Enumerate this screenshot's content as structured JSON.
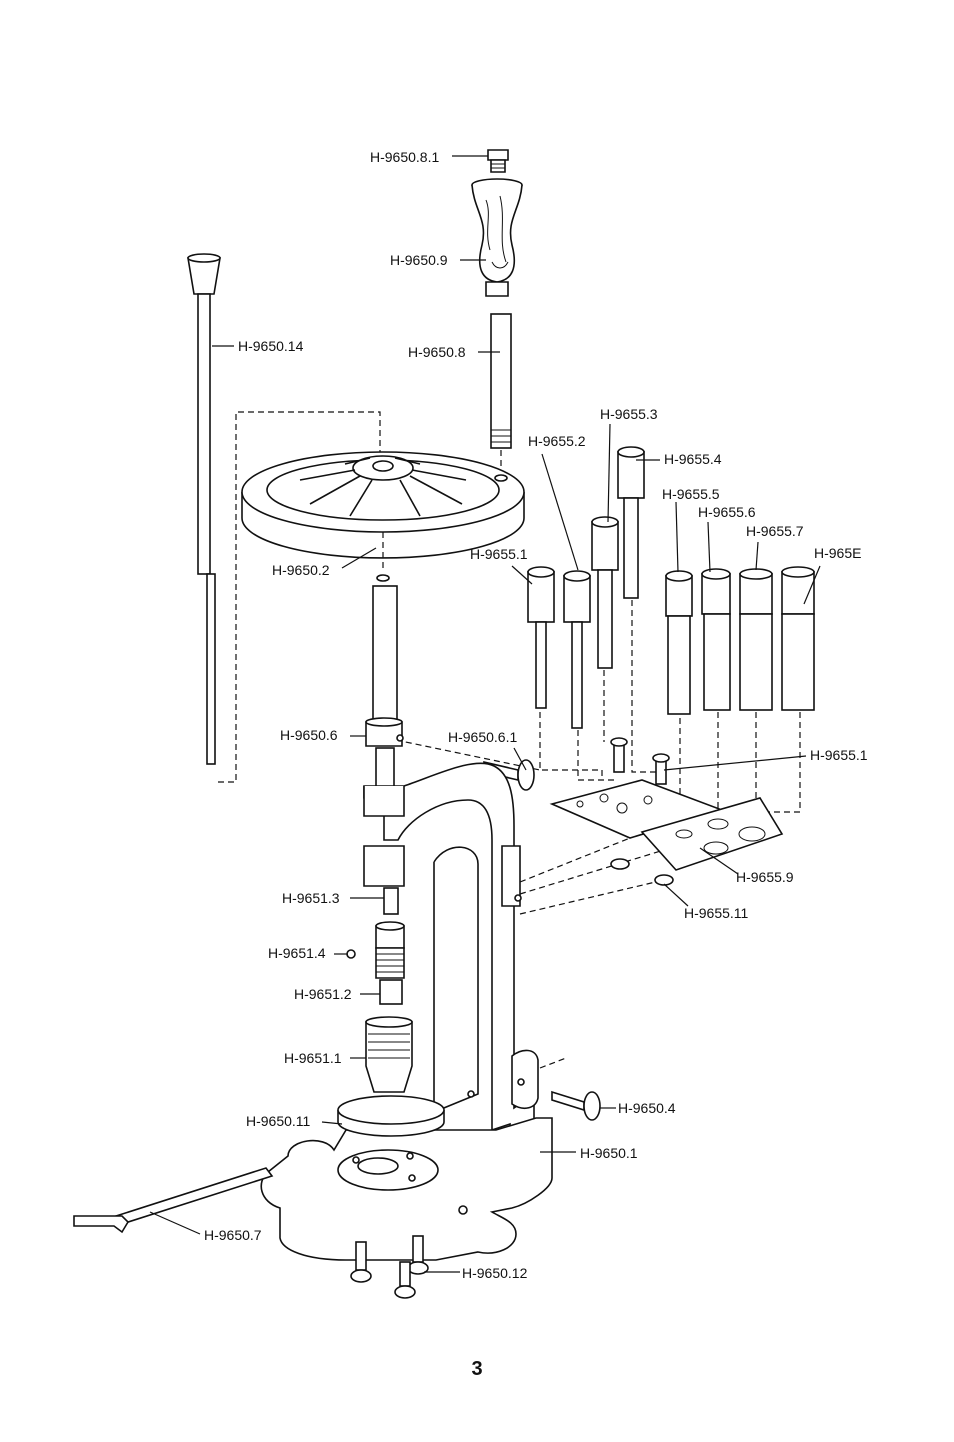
{
  "labels": {
    "h9650_8_1": "H-9650.8.1",
    "h9650_9": "H-9650.9",
    "h9650_14": "H-9650.14",
    "h9650_8": "H-9650.8",
    "h9655_3": "H-9655.3",
    "h9655_2": "H-9655.2",
    "h9655_4": "H-9655.4",
    "h9655_5": "H-9655.5",
    "h9655_6": "H-9655.6",
    "h9655_7": "H-9655.7",
    "h9655_8": "H-965Е",
    "h9655_1": "H-9655.1",
    "h9650_2": "H-9650.2",
    "h9650_6": "H-9650.6",
    "h9650_6_1": "H-9650.6.1",
    "h9655_10": "H-9655.1",
    "h9655_9": "H-9655.9",
    "h9651_3": "H-9651.3",
    "h9655_11": "H-9655.11",
    "h9651_4": "H-9651.4",
    "h9651_2": "H-9651.2",
    "h9651_1": "H-9651.1",
    "h9650_4": "H-9650.4",
    "h9650_11": "H-9650.11",
    "h9650_1": "H-9650.1",
    "h9650_7": "H-9650.7",
    "h9650_12": "H-9650.12"
  },
  "page_number": "3"
}
